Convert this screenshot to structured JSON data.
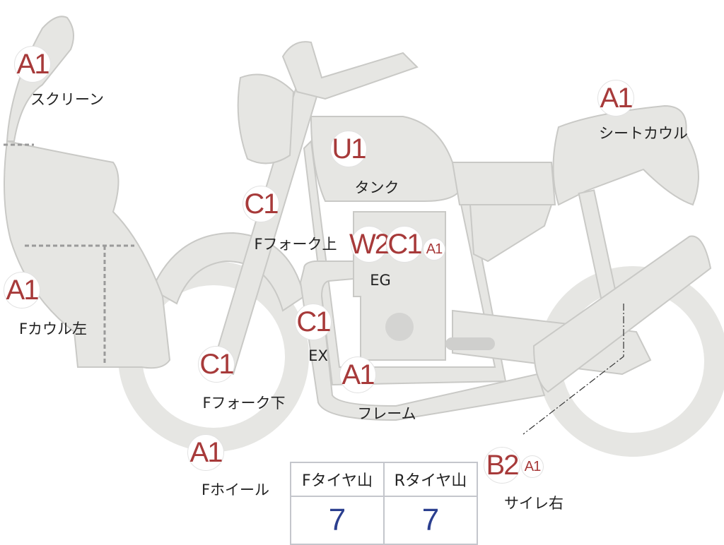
{
  "parts": [
    {
      "codes": [
        "A1"
      ],
      "label": "スクリーン"
    },
    {
      "codes": [
        "A1"
      ],
      "label": "Fカウル左"
    },
    {
      "codes": [
        "C1"
      ],
      "label": "Fフォーク上"
    },
    {
      "codes": [
        "C1"
      ],
      "label": "Fフォーク下"
    },
    {
      "codes": [
        "A1"
      ],
      "label": "Fホイール"
    },
    {
      "codes": [
        "U1"
      ],
      "label": "タンク"
    },
    {
      "codes": [
        "W2",
        "C1",
        "A1"
      ],
      "label": "EG"
    },
    {
      "codes": [
        "C1"
      ],
      "label": "EX"
    },
    {
      "codes": [
        "A1"
      ],
      "label": "フレーム"
    },
    {
      "codes": [
        "A1"
      ],
      "label": "シートカウル"
    },
    {
      "codes": [
        "B2",
        "A1"
      ],
      "label": "サイレ右"
    }
  ],
  "tire_table": {
    "headers": [
      "Fタイヤ山",
      "Rタイヤ山"
    ],
    "values": [
      "7",
      "7"
    ]
  },
  "colors": {
    "badge_text": "#a73a3a",
    "body_fill": "#e6e6e3",
    "value_text": "#2b3f8f"
  }
}
